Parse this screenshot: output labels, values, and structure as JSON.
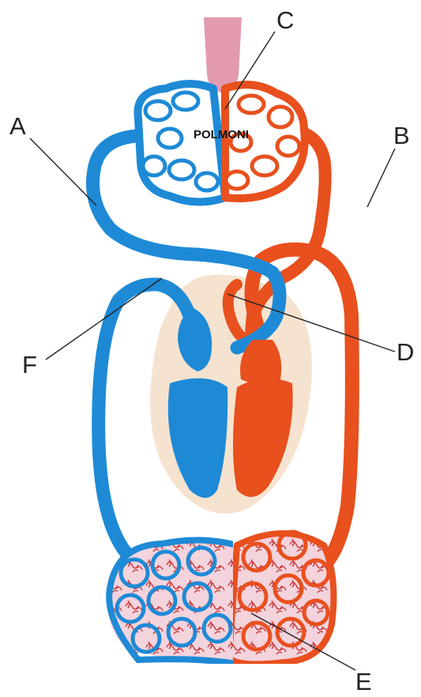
{
  "diagram": {
    "lungs_label": "POLMONI",
    "labels": {
      "a": "A",
      "b": "B",
      "c": "C",
      "d": "D",
      "e": "E",
      "f": "F"
    }
  },
  "colors": {
    "deoxygenated": "#1e8ad6",
    "oxygenated": "#e8501e",
    "trachea": "#e39aae",
    "heart_background": "#f6e3cf",
    "capillary_fill": "#f3d3dc",
    "capillary_vessel": "#c83a3a",
    "leader_line": "#222222"
  }
}
